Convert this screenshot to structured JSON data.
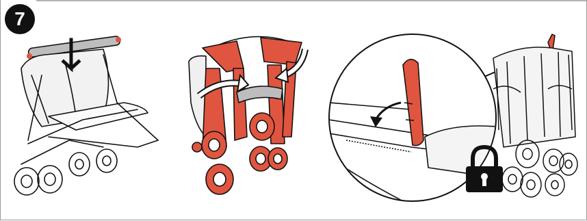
{
  "step": {
    "number": "7"
  },
  "colors": {
    "accent": "#e0553f",
    "line": "#111111",
    "frame": "#9a9a9a",
    "shade": "#c9c9c9",
    "background": "#ffffff"
  },
  "panels": [
    {
      "name": "fold-stroller-down",
      "icons": [
        "down-arrow-icon"
      ]
    },
    {
      "name": "folded-frame-highlighted",
      "icons": [
        "curved-arrow-left-icon",
        "curved-arrow-right-icon"
      ]
    },
    {
      "name": "latch-detail-zoom",
      "icons": [
        "curved-arrow-icon",
        "lock-icon"
      ]
    },
    {
      "name": "folded-stroller-locked",
      "icons": []
    }
  ]
}
